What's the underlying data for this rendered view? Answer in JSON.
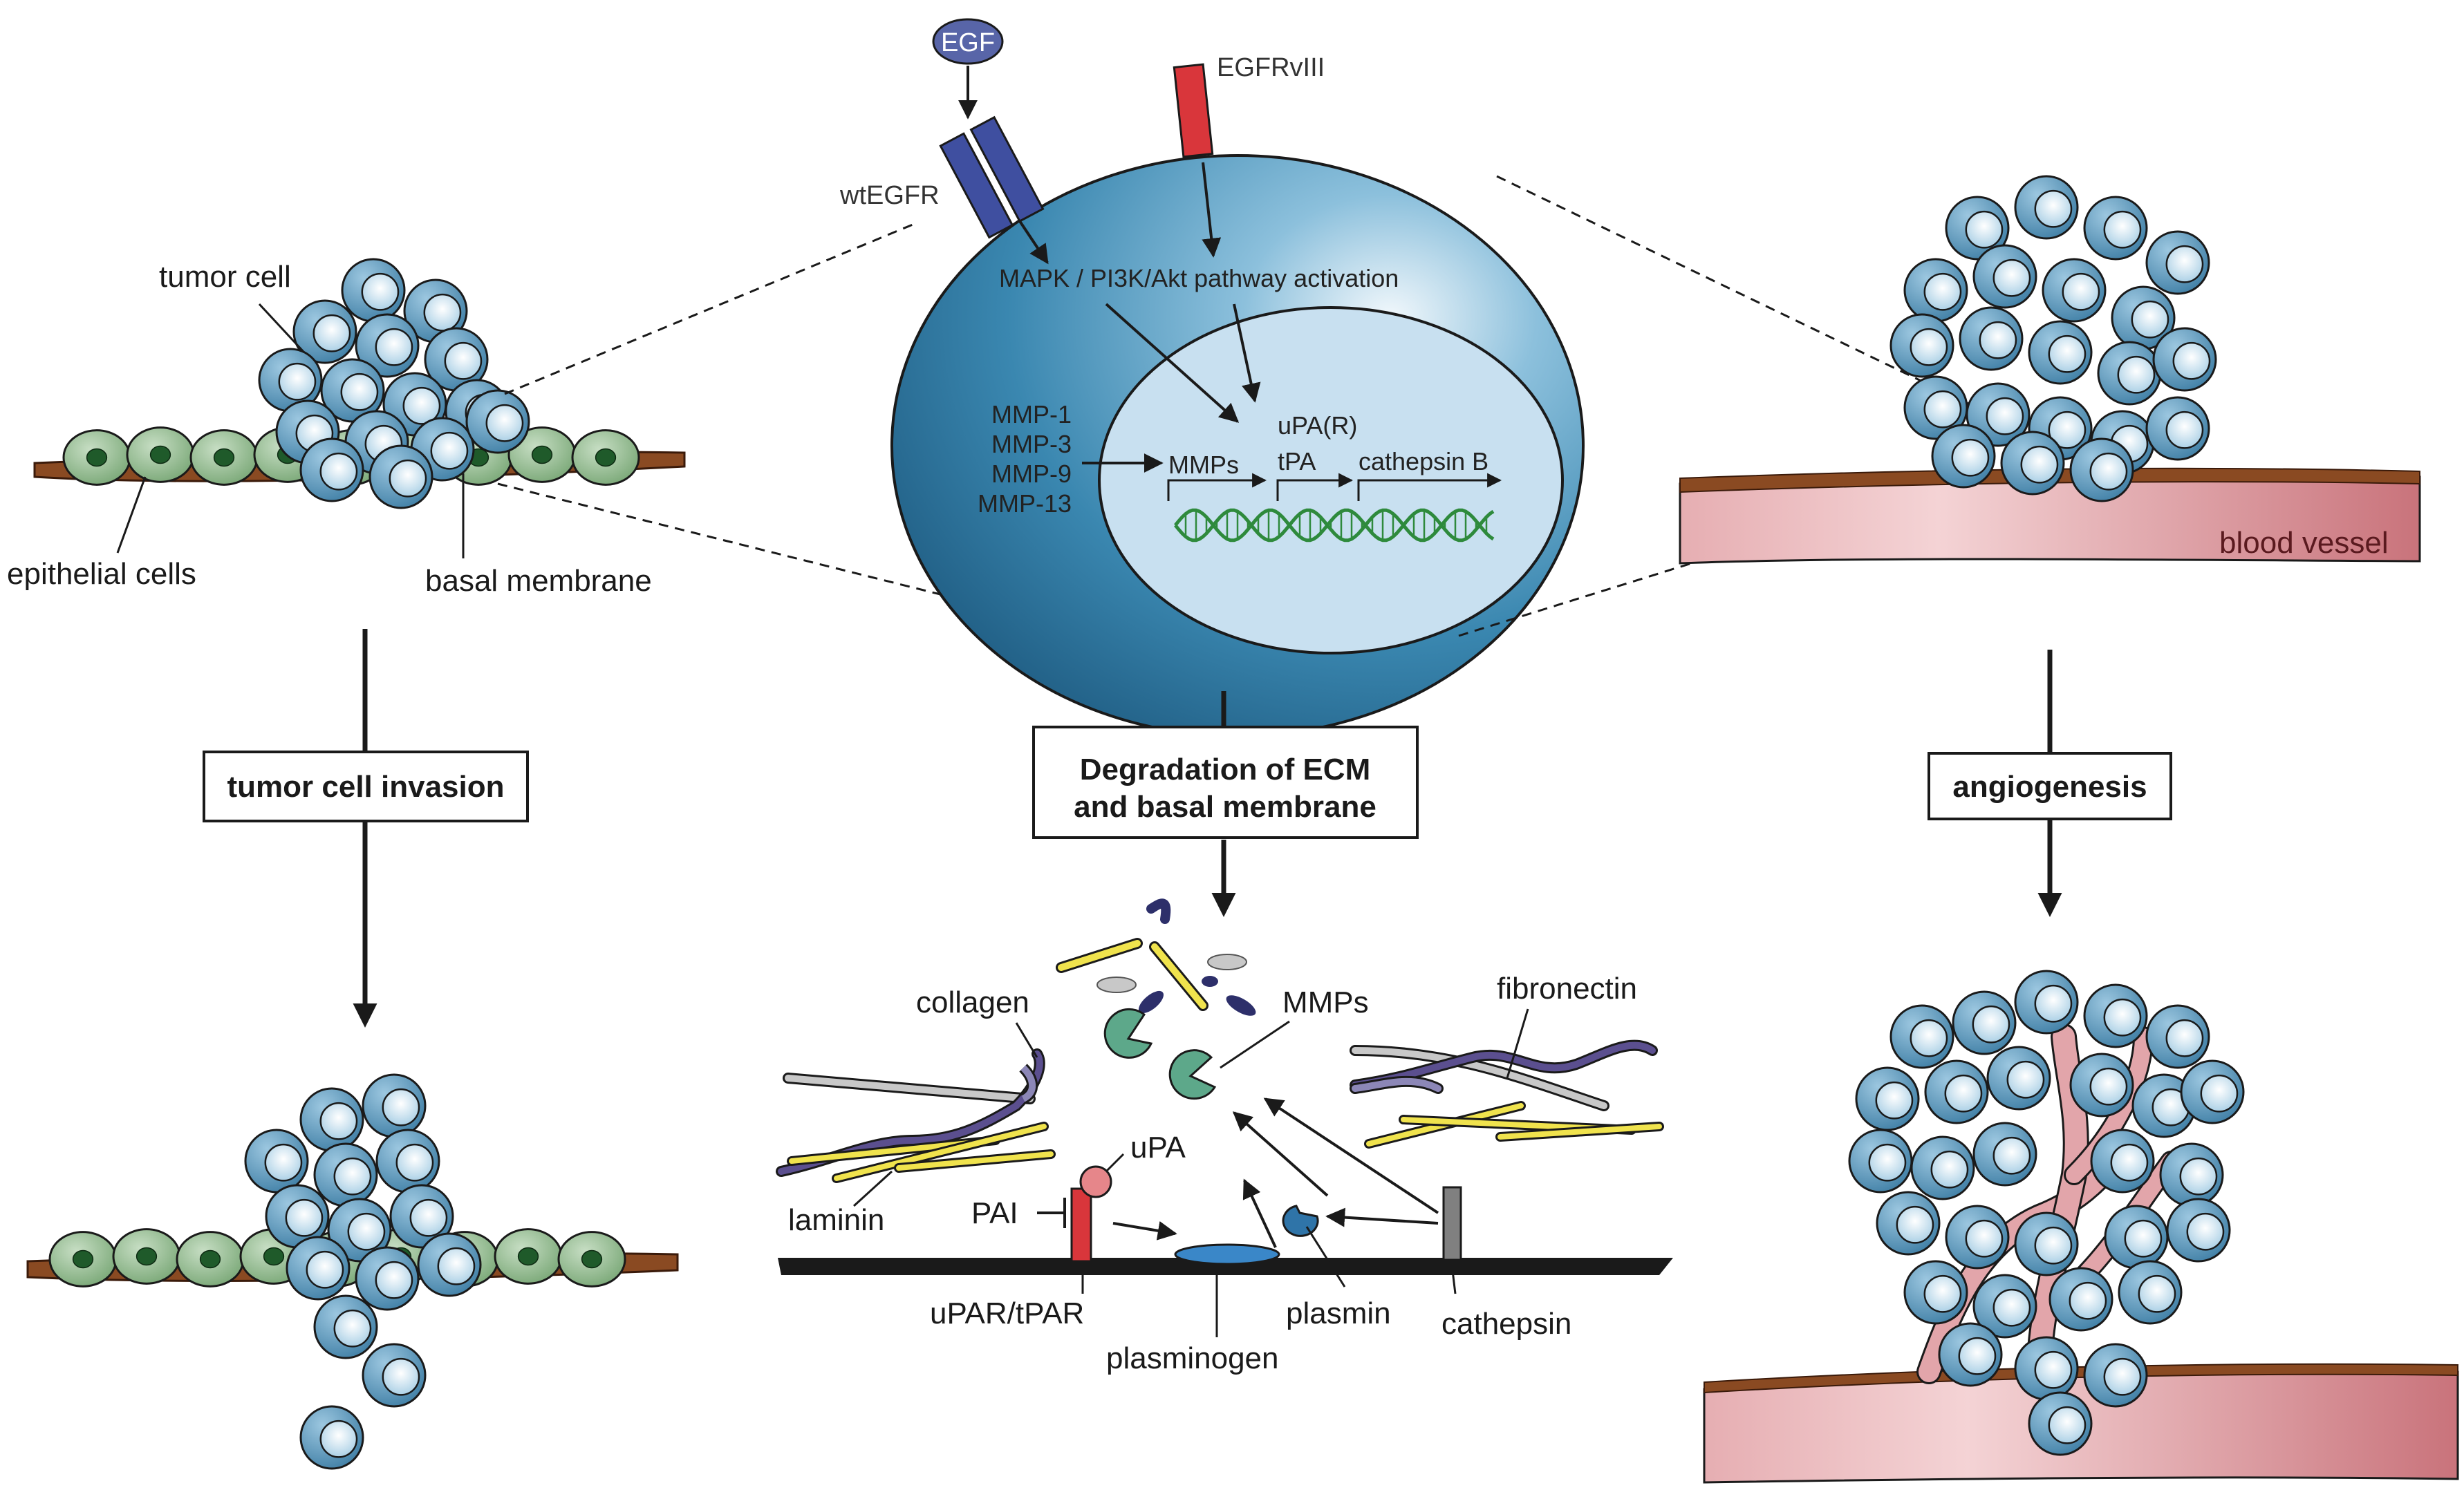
{
  "colors": {
    "cell_fill": "#4f8fb3",
    "cell_highlight": "#dbeaf5",
    "epithelial_fill": "#9fc19b",
    "epithelial_nucleus": "#1f5a2a",
    "membrane": "#8a4a22",
    "vessel": "#d99aa0",
    "egf": "#5865a8",
    "egfrviii": "#d9363b",
    "dna": "#2e8a3c",
    "mmp": "#5da88a",
    "collagen": "#c8c8c8",
    "fibronectin": "#5b4f8f",
    "laminin": "#f0e34d"
  },
  "left": {
    "tumor_cell": "tumor cell",
    "epithelial_cells": "epithelial cells",
    "basal_membrane": "basal membrane",
    "step": "tumor cell invasion"
  },
  "center": {
    "egf": "EGF",
    "egfrviii": "EGFRvIII",
    "wtegfr": "wtEGFR",
    "pathway": "MAPK / PI3K/Akt pathway activation",
    "mmp_list": [
      "MMP-1",
      "MMP-3",
      "MMP-9",
      "MMP-13"
    ],
    "gene_mmps": "MMPs",
    "gene_upar": "uPA(R)",
    "gene_tpa": "tPA",
    "gene_cathepsin": "cathepsin B",
    "step_line1": "Degradation of ECM",
    "step_line2": "and basal membrane"
  },
  "ecm": {
    "collagen": "collagen",
    "mmps": "MMPs",
    "fibronectin": "fibronectin",
    "laminin": "laminin",
    "upa": "uPA",
    "pai": "PAI",
    "upar_tpar": "uPAR/tPAR",
    "plasminogen": "plasminogen",
    "plasmin": "plasmin",
    "cathepsin": "cathepsin"
  },
  "right": {
    "blood_vessel": "blood vessel",
    "step": "angiogenesis"
  }
}
